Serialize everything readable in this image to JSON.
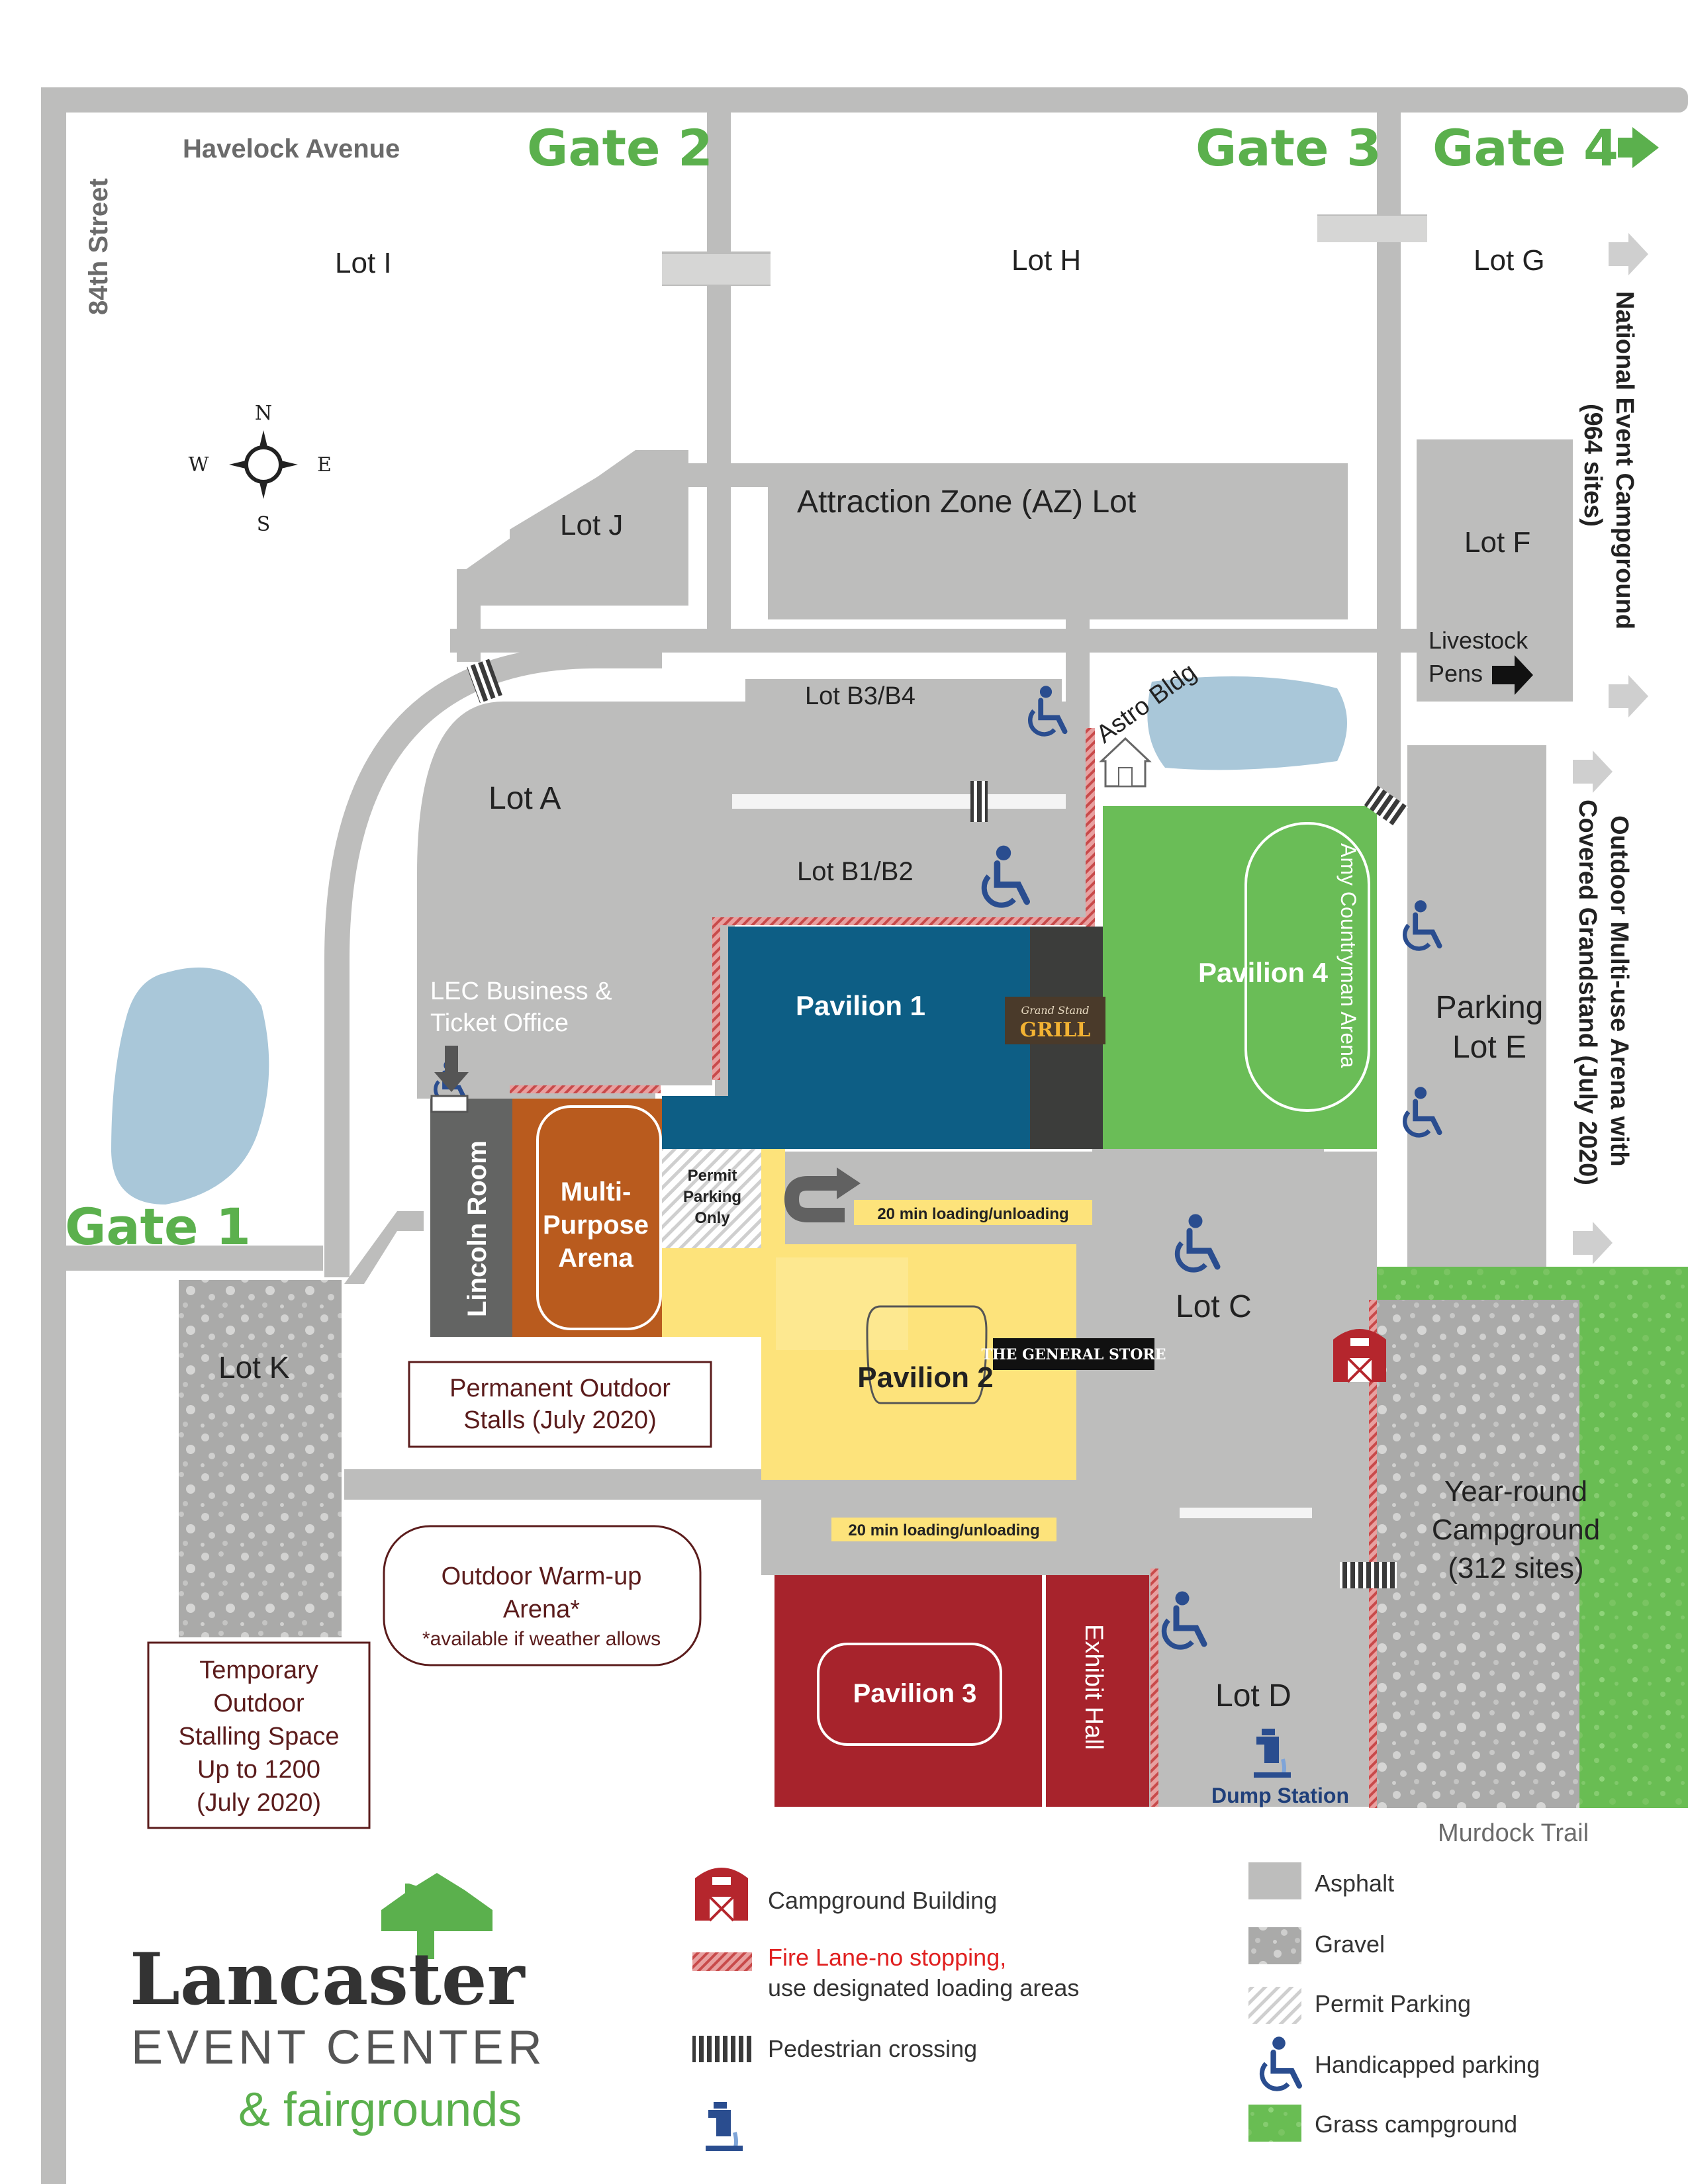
{
  "colors": {
    "asphalt": "#bdbdbc",
    "gravel": "#a9a9a8",
    "grass": "#69bd53",
    "pavilion1": "#0d5e85",
    "pavilion2": "#fde37b",
    "pavilion3": "#a7232c",
    "pavilion4": "#6abd57",
    "multipurpose": "#b95b1e",
    "lincoln": "#636463",
    "water": "#a9c7d9",
    "gate_green": "#5bb04d",
    "fire_lane": "#d96a6a",
    "maroon_text": "#5b1c1c"
  },
  "streets": {
    "havelock": "Havelock Avenue",
    "street84": "84th Street",
    "murdock": "Murdock Trail"
  },
  "gates": {
    "g1": "Gate 1",
    "g2": "Gate 2",
    "g3": "Gate 3",
    "g4": "Gate 4"
  },
  "compass": {
    "n": "N",
    "s": "S",
    "e": "E",
    "w": "W"
  },
  "lots": {
    "i": "Lot I",
    "h": "Lot H",
    "g": "Lot G",
    "j": "Lot J",
    "az": "Attraction Zone (AZ) Lot",
    "f": "Lot F",
    "b34": "Lot B3/B4",
    "a": "Lot A",
    "b12": "Lot B1/B2",
    "e1": "Parking",
    "e2": "Lot E",
    "c": "Lot C",
    "k": "Lot K",
    "d": "Lot D"
  },
  "buildings": {
    "pavilion1": "Pavilion 1",
    "pavilion2": "Pavilion 2",
    "pavilion3": "Pavilion 3",
    "pavilion4": "Pavilion 4",
    "amy": "Amy Countryman Arena",
    "lincoln": "Lincoln Room",
    "mpa1": "Multi-",
    "mpa2": "Purpose",
    "mpa3": "Arena",
    "exhibit": "Exhibit Hall",
    "astro": "Astro Bldg",
    "office1": "LEC Business &",
    "office2": "Ticket Office",
    "livestock1": "Livestock",
    "livestock2": "Pens",
    "permit1": "Permit",
    "permit2": "Parking",
    "permit3": "Only",
    "grill1": "Grand Stand",
    "grill2": "GRILL",
    "store": "THE GENERAL STORE",
    "dump": "Dump Station"
  },
  "loading": {
    "upper": "20 min loading/unloading",
    "lower": "20 min loading/unloading"
  },
  "areas": {
    "stalls1": "Permanent Outdoor",
    "stalls2": "Stalls (July 2020)",
    "warm1": "Outdoor Warm-up",
    "warm2": "Arena*",
    "warm3": "*available if weather allows",
    "temp1": "Temporary",
    "temp2": "Outdoor",
    "temp3": "Stalling Space",
    "temp4": "Up to 1200",
    "temp5": "(July 2020)",
    "camp1": "Year-round",
    "camp2": "Campground",
    "camp3": "(312 sites)"
  },
  "side_labels": {
    "national1": "National Event Campground",
    "national2": "(964 sites)",
    "outdoor1": "Outdoor Multi-use Arena with",
    "outdoor2": "Covered Grandstand (July 2020)"
  },
  "legend_left": {
    "campground_building": "Campground Building",
    "fire1": "Fire Lane-no stopping,",
    "fire2": "use designated loading areas",
    "pedestrian": "Pedestrian crossing"
  },
  "legend_right": {
    "asphalt": "Asphalt",
    "gravel": "Gravel",
    "permit": "Permit Parking",
    "handicapped": "Handicapped parking",
    "grass": "Grass campground"
  },
  "logo": {
    "line1": "Lancaster",
    "line2": "EVENT CENTER",
    "line3": "& fairgrounds"
  }
}
